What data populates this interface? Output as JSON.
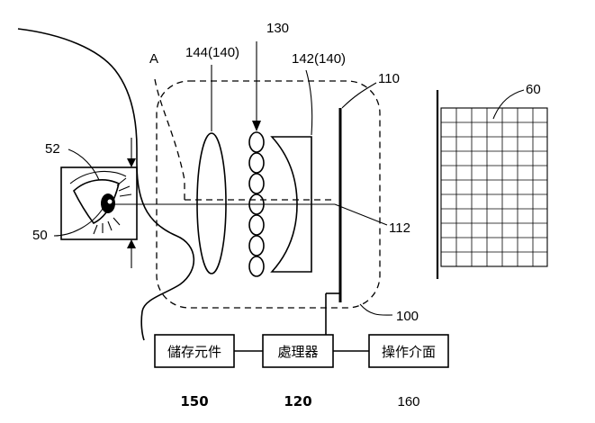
{
  "labels": {
    "A": "A",
    "lens_144": "144(140)",
    "lens_130": "130",
    "lens_142": "142(140)",
    "frame_110": "110",
    "screen_60": "60",
    "sensor_112": "112",
    "device_100": "100",
    "face_52": "52",
    "eye_50": "50"
  },
  "boxes": {
    "storage": {
      "text": "儲存元件",
      "ref": "150"
    },
    "processor": {
      "text": "處理器",
      "ref": "120"
    },
    "interface": {
      "text": "操作介面",
      "ref": "160"
    }
  }
}
